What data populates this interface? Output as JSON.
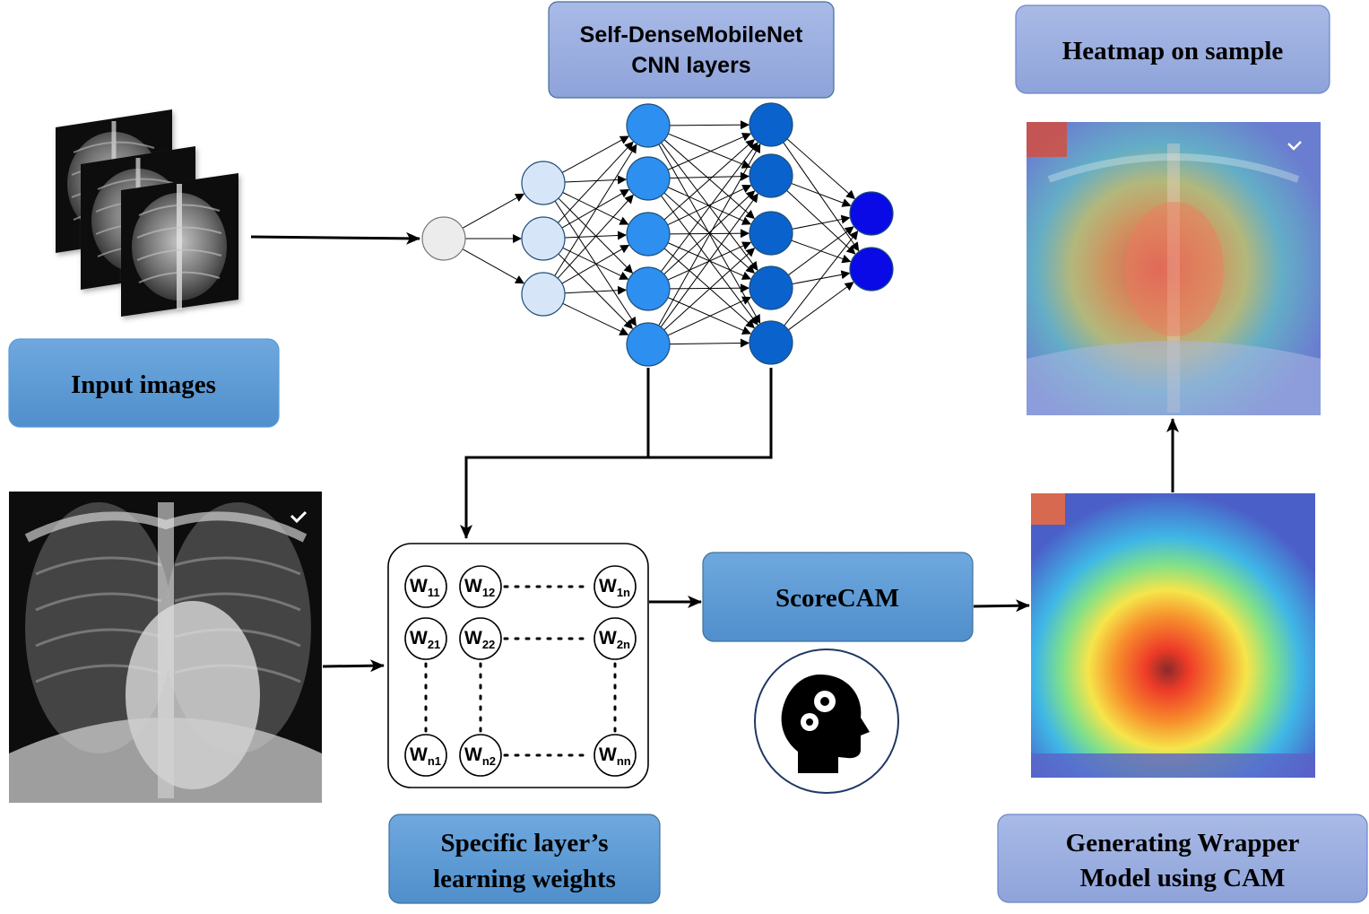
{
  "labels": {
    "cnn_layers_line1": "Self-DenseMobileNet",
    "cnn_layers_line2": "CNN layers",
    "heatmap_on_sample": "Heatmap on sample",
    "input_images": "Input images",
    "scorecam": "ScoreCAM",
    "weights_line1": "Specific layer’s",
    "weights_line2": "learning weights",
    "wrapper_line1": "Generating Wrapper",
    "wrapper_line2": "Model using CAM"
  },
  "weight_matrix": [
    [
      {
        "base": "W",
        "sub": "11"
      },
      {
        "base": "W",
        "sub": "12"
      },
      {
        "base": "W",
        "sub": "1n"
      }
    ],
    [
      {
        "base": "W",
        "sub": "21"
      },
      {
        "base": "W",
        "sub": "22"
      },
      {
        "base": "W",
        "sub": "2n"
      }
    ],
    [
      {
        "base": "W",
        "sub": "n1"
      },
      {
        "base": "W",
        "sub": "n2"
      },
      {
        "base": "W",
        "sub": "nn"
      }
    ]
  ],
  "network": {
    "layer_sizes": [
      1,
      3,
      5,
      5,
      2
    ],
    "layer_colors": [
      "#ececec",
      "#d6e6f8",
      "#2d8ff0",
      "#0a63cc",
      "#0a0ae6"
    ]
  },
  "colors": {
    "box_blue": "#5b9bd5",
    "box_lavender": "#9aaee0",
    "box_border": "#41719c"
  }
}
